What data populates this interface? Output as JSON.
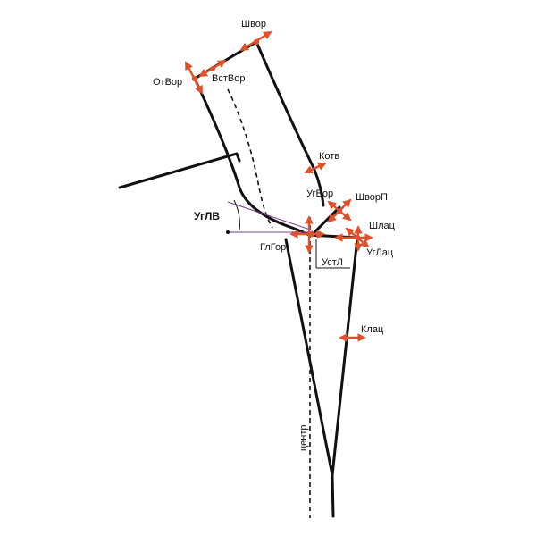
{
  "colors": {
    "line": "#111111",
    "marker": "#e0502a",
    "angle_line": "#7a3c8c"
  },
  "icons": {
    "arrow": "double-headed-arrow-icon",
    "point": "dot-marker-icon"
  },
  "labels": {
    "shvor": "Швор",
    "otvor": "ОтВор",
    "vstvor": "ВстВор",
    "kotv": "Котв",
    "ugvor": "УгВор",
    "shvorp": "ШворП",
    "ugl_v": "УгЛВ",
    "shlac": "Шлац",
    "glgor": "ГлГор",
    "ustl": "УстЛ",
    "uglac": "УгЛац",
    "klac": "Клац",
    "centr": "центр"
  }
}
